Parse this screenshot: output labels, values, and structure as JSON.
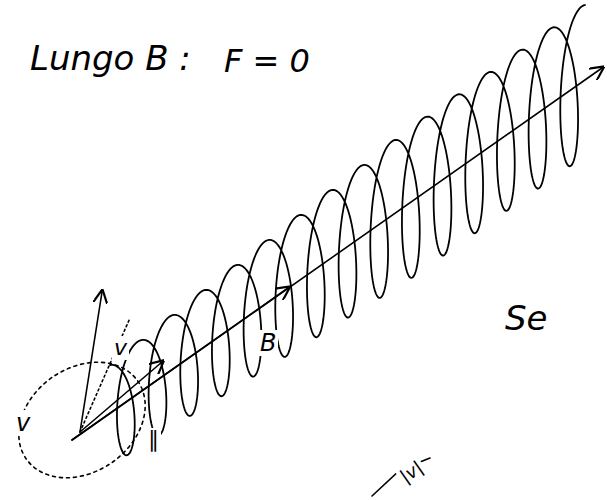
{
  "diagram": {
    "labels": [
      "Lungo B :",
      "F = 0",
      "Se",
      "B",
      "v",
      "v",
      "∥",
      "|v|"
    ]
  }
}
